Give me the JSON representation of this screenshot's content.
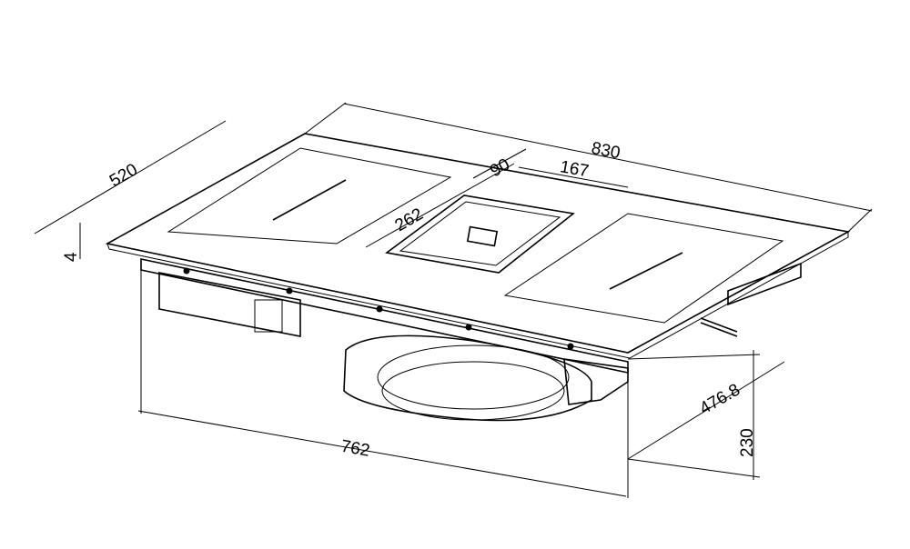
{
  "dimensions": {
    "width": "830",
    "depth": "520",
    "thickness": "4",
    "vent_depth": "90",
    "vent_width": "167",
    "vent_offset": "262",
    "cutout_width": "762",
    "cutout_depth": "476.8",
    "height": "230"
  }
}
